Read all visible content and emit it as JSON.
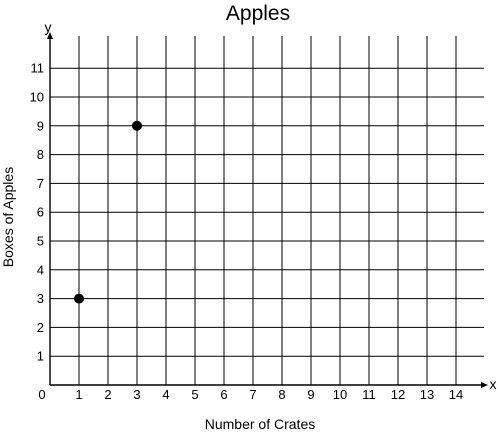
{
  "chart_data": {
    "type": "scatter",
    "title": "Apples",
    "xlabel": "Number of Crates",
    "ylabel": "Boxes of Apples",
    "x_axis_letter": "x",
    "y_axis_letter": "y",
    "origin_label": "0",
    "xlim": [
      0,
      14.5
    ],
    "ylim": [
      0,
      11.5
    ],
    "xticks": [
      1,
      2,
      3,
      4,
      5,
      6,
      7,
      8,
      9,
      10,
      11,
      12,
      13,
      14
    ],
    "yticks": [
      1,
      2,
      3,
      4,
      5,
      6,
      7,
      8,
      9,
      10,
      11
    ],
    "grid": true,
    "points": [
      {
        "x": 1,
        "y": 3
      },
      {
        "x": 3,
        "y": 9
      }
    ],
    "point_color": "#000000"
  }
}
